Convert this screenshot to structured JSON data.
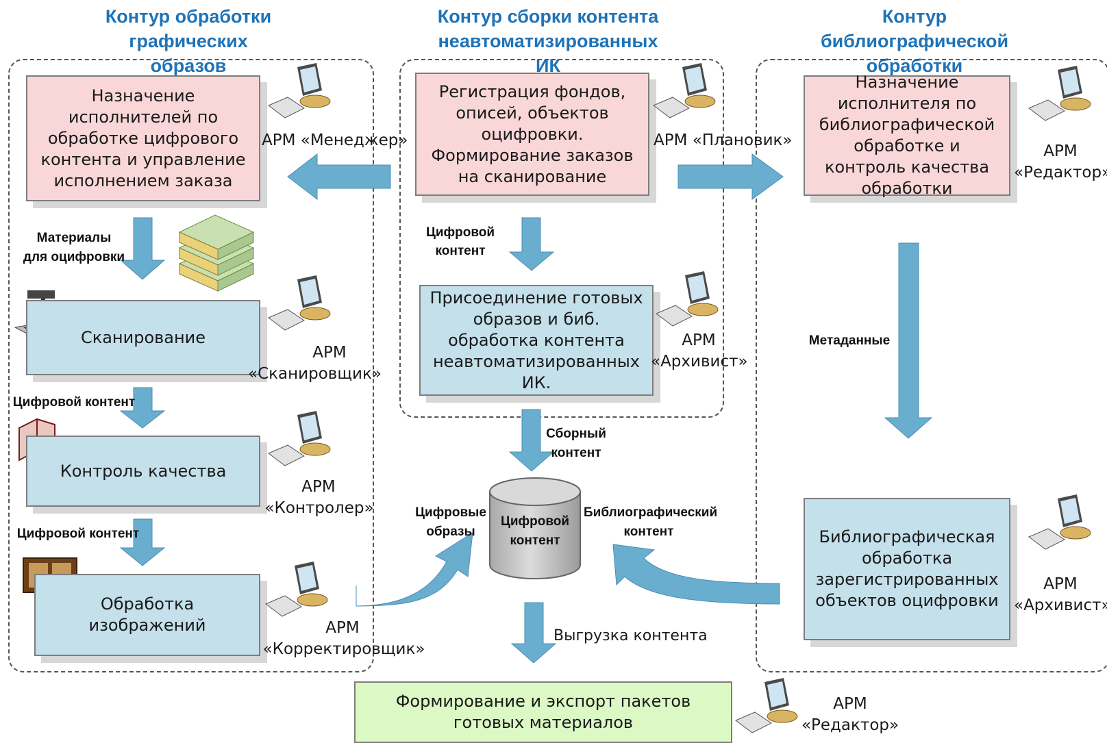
{
  "headings": {
    "left": "Контур обработки графических образов",
    "center": "Контур сборки контента неавтоматизированных ИК",
    "right": "Контур библиографической обработки"
  },
  "boxes": {
    "assign_executors": "Назначение исполнителей по обработке цифрового контента и управление исполнением заказа",
    "scanning": "Сканирование",
    "quality_control": "Контроль качества",
    "image_processing": "Обработка изображений",
    "registration": "Регистрация фондов, описей, объектов оцифровки. Формирование заказов на сканирование",
    "attach_images": "Присоединение готовых образов и биб. обработка контента неавтоматизированных ИК.",
    "assign_bibliographic": "Назначение исполнителя по библиографической обработке и контроль качества обработки",
    "bibliographic_processing": "Библиографическая обработка зарегистрированных объектов оцифровки",
    "export_packages": "Формирование и экспорт пакетов готовых материалов"
  },
  "database": {
    "line1": "Цифровой",
    "line2": "контент"
  },
  "workstations": {
    "manager": "АРМ «Менеджер»",
    "planner": "АРМ «Плановик»",
    "editor_top_1": "АРМ",
    "editor_top_2": "«Редактор»",
    "scanner_1": "АРМ",
    "scanner_2": "«Сканировщик»",
    "archivist_center_1": "АРМ",
    "archivist_center_2": "«Архивист»",
    "controller_1": "АРМ",
    "controller_2": "«Контролер»",
    "corrector_1": "АРМ",
    "corrector_2": "«Корректировщик»",
    "archivist_right_1": "АРМ",
    "archivist_right_2": "«Архивист»",
    "editor_bottom_1": "АРМ",
    "editor_bottom_2": "«Редактор»"
  },
  "flow_labels": {
    "materials_1": "Материалы",
    "materials_2": "для оцифровки",
    "digital_content_left_1": "Цифровой контент",
    "digital_content_left_2": "Цифровой контент",
    "digital_content_center": "Цифровой контент",
    "assembled_1": "Сборный",
    "assembled_2": "контент",
    "metadata": "Метаданные",
    "digital_images_1": "Цифровые",
    "digital_images_2": "образы",
    "bib_content_1": "Библиографический",
    "bib_content_2": "контент",
    "export": "Выгрузка контента"
  },
  "colors": {
    "heading": "#1f73b7",
    "arrow": "#6aaecf",
    "pink_box": "#f9d7d8",
    "blue_box": "#c4e0ea",
    "green_box": "#dcf8c4"
  }
}
